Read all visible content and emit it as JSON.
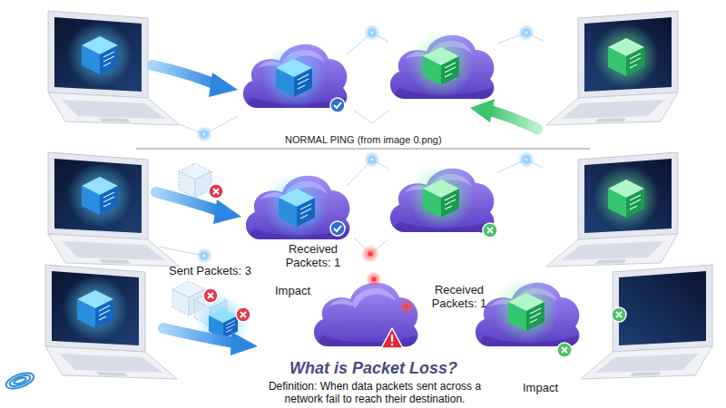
{
  "diagram": {
    "title": "What is Packet Loss?",
    "caption": "Definition: When data packets sent across a network fail to reach their destination.",
    "labels": [
      "NORMAL PING (from image 0.png)",
      "Received Packets: 1",
      "Sent Packets: 3",
      "Impact",
      "Received Packets: 1",
      "Impact"
    ]
  }
}
